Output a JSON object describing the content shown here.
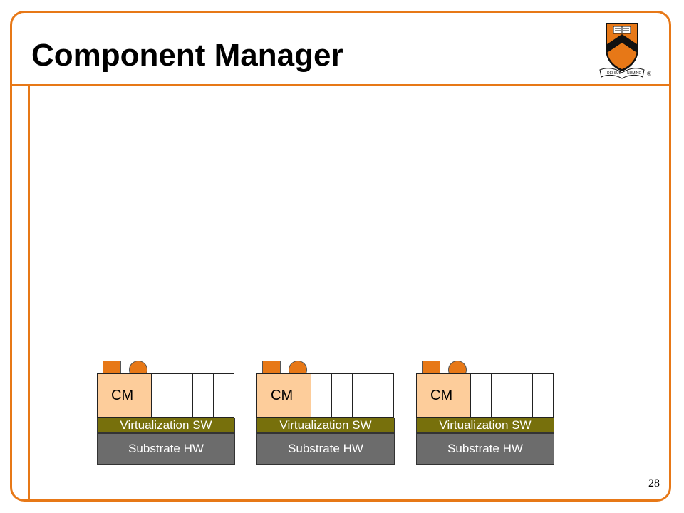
{
  "slide": {
    "title": "Component Manager",
    "page_number": "28",
    "accent_color": "#e77817",
    "logo_icon": "university-shield-logo"
  },
  "stacks": [
    {
      "cm_label": "CM",
      "virtualization_label": "Virtualization SW",
      "substrate_label": "Substrate HW"
    },
    {
      "cm_label": "CM",
      "virtualization_label": "Virtualization SW",
      "substrate_label": "Substrate HW"
    },
    {
      "cm_label": "CM",
      "virtualization_label": "Virtualization SW",
      "substrate_label": "Substrate HW"
    }
  ],
  "colors": {
    "cm_fill": "#fdcd9b",
    "virtualization_fill": "#77700c",
    "substrate_fill": "#6c6c6c"
  }
}
